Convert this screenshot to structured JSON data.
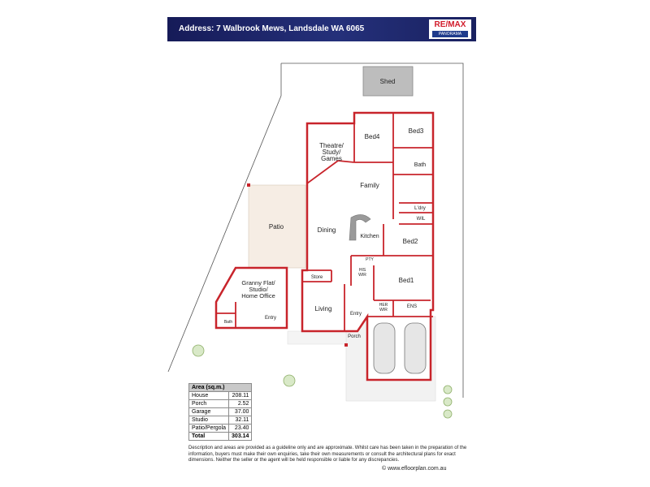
{
  "header": {
    "address": "Address: 7 Walbrook Mews, Landsdale WA 6065",
    "logo_brand": "RE/MAX",
    "logo_sub": "PANORAMA"
  },
  "rooms": {
    "shed": "Shed",
    "bed4": "Bed4",
    "bed3": "Bed3",
    "theatre_1": "Theatre/",
    "theatre_2": "Study/",
    "theatre_3": "Games",
    "bath": "Bath",
    "family": "Family",
    "ldry": "L'dry",
    "wil": "WIL",
    "patio": "Patio",
    "dining": "Dining",
    "kitchen": "Kitchen",
    "bed2": "Bed2",
    "pty": "PTY",
    "his_1": "HIS",
    "his_2": "WIR",
    "granny_1": "Granny Flat/",
    "granny_2": "Studio/",
    "granny_3": "Home Office",
    "store": "Store",
    "bed1": "Bed1",
    "living": "Living",
    "entry_main": "Entry",
    "entry_studio": "Entry",
    "her_1": "HER",
    "her_2": "WIR",
    "ens": "ENS",
    "studio_bath": "Bath",
    "porch": "Porch"
  },
  "area_table": {
    "title": "Area (sq.m.)",
    "rows": [
      {
        "name": "House",
        "value": "208.11"
      },
      {
        "name": "Porch",
        "value": "2.52"
      },
      {
        "name": "Garage",
        "value": "37.00"
      },
      {
        "name": "Studio",
        "value": "32.11"
      },
      {
        "name": "Patio/Pergola",
        "value": "23.40"
      }
    ],
    "total": {
      "name": "Total",
      "value": "303.14"
    }
  },
  "disclaimer": "Description and areas are provided as a guideline only and are approximate. Whilst care has been taken in the preparation of the information, buyers must make their own enquiries, take their own measurements or consult the architectural plans for exact dimensions. Neither the seller or the agent will be held responsible or liable for any discrepancies.",
  "copyright": "© www.efloorplan.com.au",
  "colors": {
    "wall": "#c8242b",
    "banner": "#1c2463",
    "patio": "#f6ede4",
    "floor": "#ffffff"
  }
}
